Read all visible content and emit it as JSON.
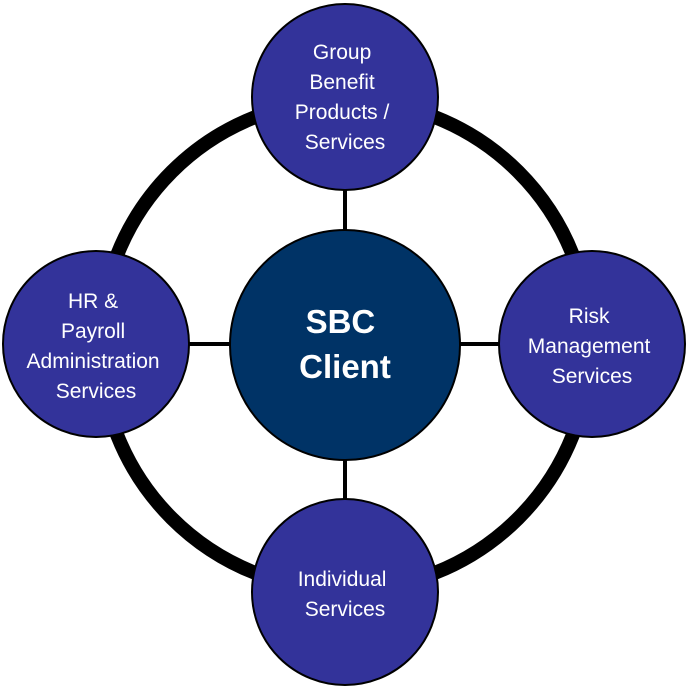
{
  "colors": {
    "node_fill": "#33339a",
    "center_fill": "#003366",
    "outline": "#000000",
    "ring": "#000000",
    "text": "#ffffff"
  },
  "center": {
    "lines": [
      "SBC",
      "Client"
    ]
  },
  "nodes": {
    "top": {
      "lines": [
        "Group",
        "Benefit",
        "Products /",
        "Services"
      ]
    },
    "right": {
      "lines": [
        "Risk",
        "Management",
        "Services"
      ]
    },
    "bottom": {
      "lines": [
        "Individual",
        "Services"
      ]
    },
    "left": {
      "lines": [
        "HR &",
        "Payroll",
        "Administration",
        "Services"
      ]
    }
  }
}
